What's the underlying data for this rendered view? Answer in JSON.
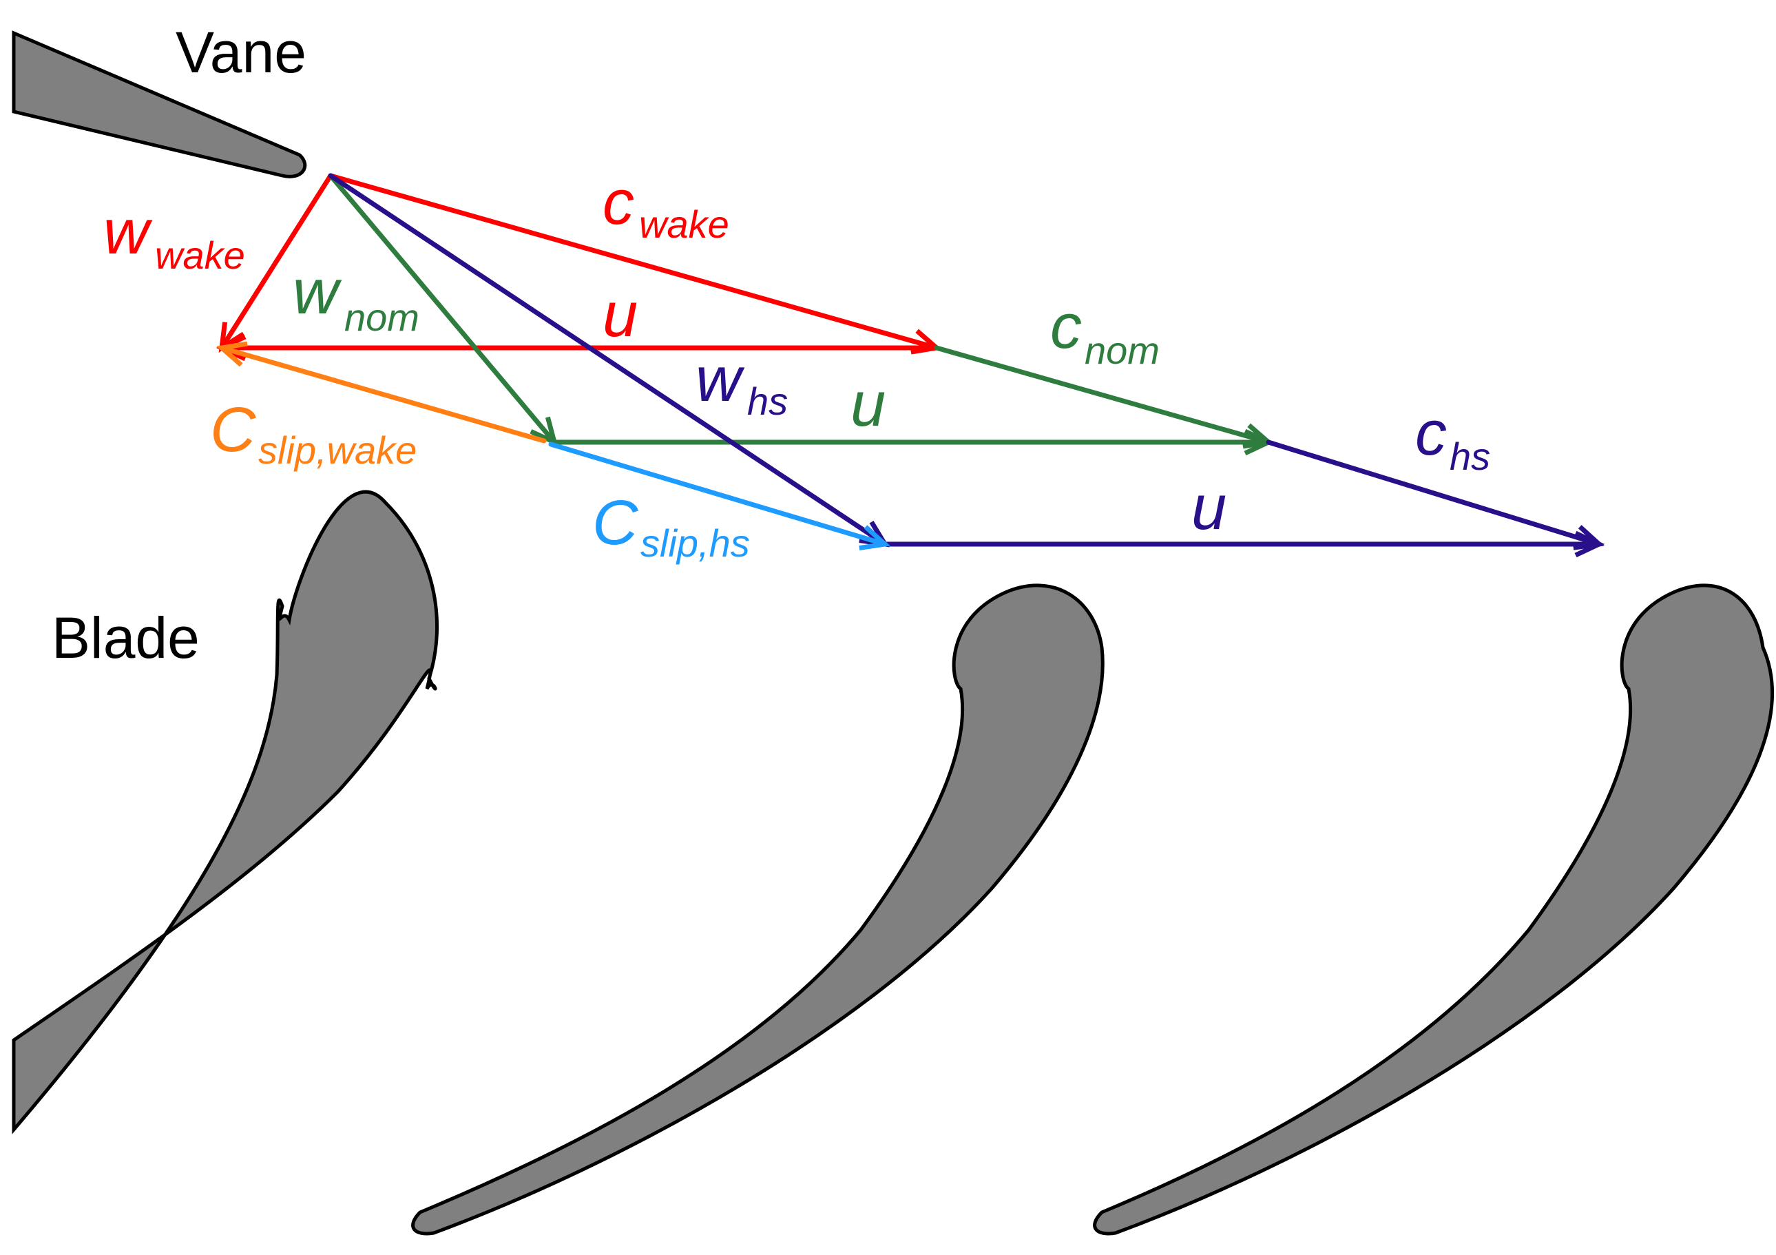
{
  "labels": {
    "vane": "Vane",
    "blade": "Blade"
  },
  "colors": {
    "wake": "#ff0000",
    "nominal": "#2e7d3e",
    "hot_streak": "#2a0f8a",
    "slip_wake": "#ff7f14",
    "slip_hs": "#1e9bff",
    "airfoil_fill": "#808080"
  },
  "vectors": {
    "w_wake": {
      "symbol": "w",
      "subscript": "wake"
    },
    "c_wake": {
      "symbol": "c",
      "subscript": "wake"
    },
    "u_wake": {
      "symbol": "u"
    },
    "w_nom": {
      "symbol": "w",
      "subscript": "nom"
    },
    "c_nom": {
      "symbol": "c",
      "subscript": "nom"
    },
    "u_nom": {
      "symbol": "u"
    },
    "w_hs": {
      "symbol": "w",
      "subscript": "hs"
    },
    "c_hs": {
      "symbol": "c",
      "subscript": "hs"
    },
    "u_hs": {
      "symbol": "u"
    },
    "c_slip_wake": {
      "symbol": "C",
      "subscript": "slip,wake"
    },
    "c_slip_hs": {
      "symbol": "C",
      "subscript": "slip,hs"
    }
  }
}
